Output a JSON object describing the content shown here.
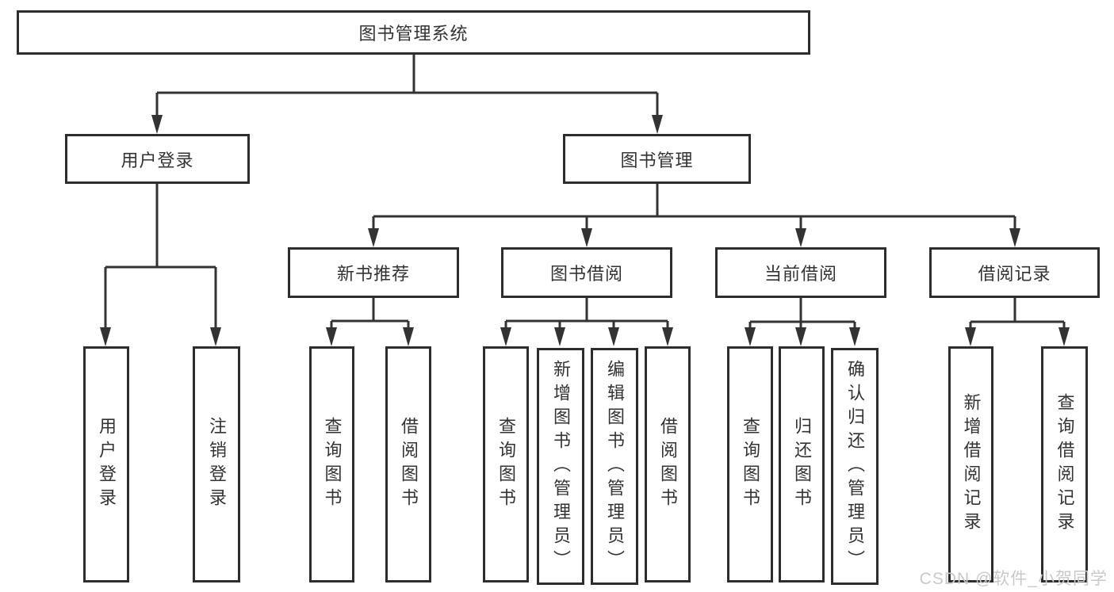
{
  "diagram": {
    "type": "hierarchy-tree",
    "colors": {
      "line": "#333333",
      "box_border": "#2d2d2d",
      "text": "#333333",
      "watermark": "#c9c9c9",
      "background": "#ffffff"
    },
    "tree": {
      "label": "图书管理系统",
      "children": [
        {
          "label": "用户登录",
          "children": [
            {
              "label": "用户登录"
            },
            {
              "label": "注销登录"
            }
          ]
        },
        {
          "label": "图书管理",
          "children": [
            {
              "label": "新书推荐",
              "children": [
                {
                  "label": "查询图书"
                },
                {
                  "label": "借阅图书"
                }
              ]
            },
            {
              "label": "图书借阅",
              "children": [
                {
                  "label": "查询图书"
                },
                {
                  "label": "新增图书（管理员）"
                },
                {
                  "label": "编辑图书（管理员）"
                },
                {
                  "label": "借阅图书"
                }
              ]
            },
            {
              "label": "当前借阅",
              "children": [
                {
                  "label": "查询图书"
                },
                {
                  "label": "归还图书"
                },
                {
                  "label": "确认归还（管理员）"
                }
              ]
            },
            {
              "label": "借阅记录",
              "children": [
                {
                  "label": "新增借阅记录"
                },
                {
                  "label": "查询借阅记录"
                }
              ]
            }
          ]
        }
      ]
    },
    "watermark": {
      "text": "CSDN @软件_小贺同学"
    }
  }
}
